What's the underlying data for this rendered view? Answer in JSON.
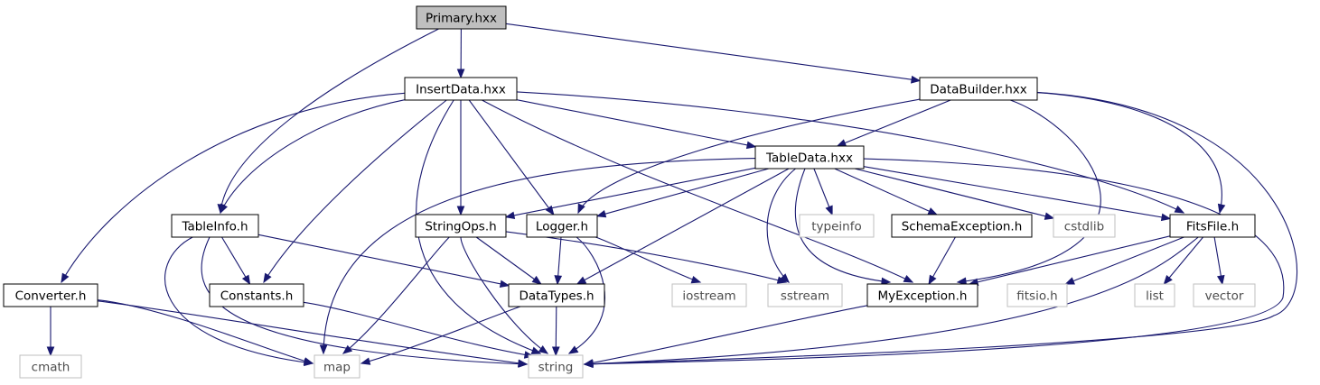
{
  "colors": {
    "edge": "#191970",
    "local_border": "#000000",
    "root_fill": "#bfbfbf",
    "system_border": "#bfbfbf"
  },
  "nodes": [
    {
      "id": "primary",
      "label": "Primary.hxx",
      "kind": "root"
    },
    {
      "id": "insertdata",
      "label": "InsertData.hxx",
      "kind": "local"
    },
    {
      "id": "databuilder",
      "label": "DataBuilder.hxx",
      "kind": "local"
    },
    {
      "id": "tabledata",
      "label": "TableData.hxx",
      "kind": "local"
    },
    {
      "id": "tableinfo",
      "label": "TableInfo.h",
      "kind": "local"
    },
    {
      "id": "stringops",
      "label": "StringOps.h",
      "kind": "local"
    },
    {
      "id": "logger",
      "label": "Logger.h",
      "kind": "local"
    },
    {
      "id": "typeinfo",
      "label": "typeinfo",
      "kind": "system"
    },
    {
      "id": "schemaexception",
      "label": "SchemaException.h",
      "kind": "local"
    },
    {
      "id": "cstdlib",
      "label": "cstdlib",
      "kind": "system"
    },
    {
      "id": "fitsfile",
      "label": "FitsFile.h",
      "kind": "local"
    },
    {
      "id": "converter",
      "label": "Converter.h",
      "kind": "local"
    },
    {
      "id": "constants",
      "label": "Constants.h",
      "kind": "local"
    },
    {
      "id": "datatypes",
      "label": "DataTypes.h",
      "kind": "local"
    },
    {
      "id": "iostream",
      "label": "iostream",
      "kind": "system"
    },
    {
      "id": "sstream",
      "label": "sstream",
      "kind": "system"
    },
    {
      "id": "myexception",
      "label": "MyException.h",
      "kind": "local"
    },
    {
      "id": "fitsio",
      "label": "fitsio.h",
      "kind": "system"
    },
    {
      "id": "list",
      "label": "list",
      "kind": "system"
    },
    {
      "id": "vector",
      "label": "vector",
      "kind": "system"
    },
    {
      "id": "cmath",
      "label": "cmath",
      "kind": "system"
    },
    {
      "id": "map",
      "label": "map",
      "kind": "system"
    },
    {
      "id": "string",
      "label": "string",
      "kind": "system"
    }
  ],
  "edges": [
    {
      "from": "primary",
      "to": "insertdata"
    },
    {
      "from": "primary",
      "to": "databuilder"
    },
    {
      "from": "primary",
      "to": "tableinfo"
    },
    {
      "from": "insertdata",
      "to": "tabledata"
    },
    {
      "from": "insertdata",
      "to": "tableinfo"
    },
    {
      "from": "insertdata",
      "to": "converter"
    },
    {
      "from": "insertdata",
      "to": "constants"
    },
    {
      "from": "insertdata",
      "to": "stringops"
    },
    {
      "from": "insertdata",
      "to": "logger"
    },
    {
      "from": "insertdata",
      "to": "string"
    },
    {
      "from": "insertdata",
      "to": "myexception"
    },
    {
      "from": "insertdata",
      "to": "fitsfile"
    },
    {
      "from": "databuilder",
      "to": "tabledata"
    },
    {
      "from": "databuilder",
      "to": "logger"
    },
    {
      "from": "databuilder",
      "to": "fitsfile"
    },
    {
      "from": "databuilder",
      "to": "myexception"
    },
    {
      "from": "databuilder",
      "to": "string"
    },
    {
      "from": "tabledata",
      "to": "stringops"
    },
    {
      "from": "tabledata",
      "to": "logger"
    },
    {
      "from": "tabledata",
      "to": "typeinfo"
    },
    {
      "from": "tabledata",
      "to": "schemaexception"
    },
    {
      "from": "tabledata",
      "to": "cstdlib"
    },
    {
      "from": "tabledata",
      "to": "fitsfile"
    },
    {
      "from": "tabledata",
      "to": "datatypes"
    },
    {
      "from": "tabledata",
      "to": "sstream"
    },
    {
      "from": "tabledata",
      "to": "myexception"
    },
    {
      "from": "tabledata",
      "to": "map"
    },
    {
      "from": "tabledata",
      "to": "string"
    },
    {
      "from": "tableinfo",
      "to": "constants"
    },
    {
      "from": "tableinfo",
      "to": "datatypes"
    },
    {
      "from": "tableinfo",
      "to": "map"
    },
    {
      "from": "tableinfo",
      "to": "string"
    },
    {
      "from": "stringops",
      "to": "datatypes"
    },
    {
      "from": "stringops",
      "to": "sstream"
    },
    {
      "from": "stringops",
      "to": "map"
    },
    {
      "from": "stringops",
      "to": "string"
    },
    {
      "from": "logger",
      "to": "datatypes"
    },
    {
      "from": "logger",
      "to": "iostream"
    },
    {
      "from": "logger",
      "to": "string"
    },
    {
      "from": "schemaexception",
      "to": "myexception"
    },
    {
      "from": "fitsfile",
      "to": "myexception"
    },
    {
      "from": "fitsfile",
      "to": "fitsio"
    },
    {
      "from": "fitsfile",
      "to": "list"
    },
    {
      "from": "fitsfile",
      "to": "vector"
    },
    {
      "from": "fitsfile",
      "to": "string"
    },
    {
      "from": "converter",
      "to": "cmath"
    },
    {
      "from": "converter",
      "to": "map"
    },
    {
      "from": "converter",
      "to": "string"
    },
    {
      "from": "constants",
      "to": "string"
    },
    {
      "from": "datatypes",
      "to": "map"
    },
    {
      "from": "datatypes",
      "to": "string"
    },
    {
      "from": "myexception",
      "to": "string"
    }
  ]
}
